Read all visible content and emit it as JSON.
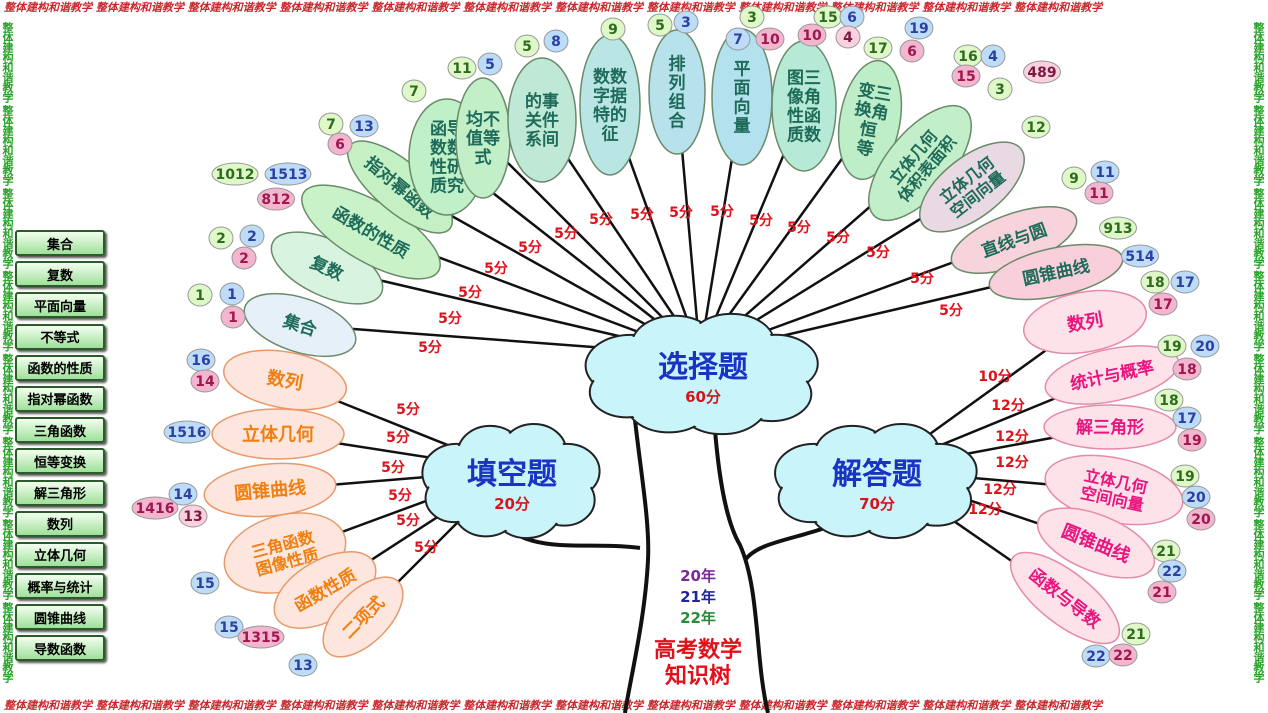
{
  "border_text": "整体建构和谐教学",
  "title": "高考数学知识树",
  "years": [
    "20年",
    "21年",
    "22年"
  ],
  "sidebar": [
    "集合",
    "复数",
    "平面向量",
    "不等式",
    "函数的性质",
    "指对幂函数",
    "三角函数",
    "恒等变换",
    "解三角形",
    "数列",
    "立体几何",
    "概率与统计",
    "圆锥曲线",
    "导数函数"
  ],
  "clouds": {
    "choice": {
      "label": "选择题",
      "score": "60分"
    },
    "fill": {
      "label": "填空题",
      "score": "20分"
    },
    "answer": {
      "label": "解答题",
      "score": "70分"
    }
  },
  "choice_leaves": [
    {
      "label": "集合",
      "score": "5分",
      "tags": [
        "1",
        "1",
        "1"
      ]
    },
    {
      "label": "复数",
      "score": "5分",
      "tags": [
        "2",
        "2",
        "2"
      ]
    },
    {
      "label": "函数的性质",
      "score": "5分",
      "tags": [
        "1012",
        "1513",
        "812"
      ]
    },
    {
      "label": "指对幂函数",
      "score": "5分",
      "tags": [
        "7",
        "13",
        "6"
      ]
    },
    {
      "label": "函导数数性研质究",
      "score": "5分",
      "tags": [
        "7"
      ]
    },
    {
      "label": "均不值等式",
      "score": "5分",
      "tags": [
        "11",
        "5"
      ]
    },
    {
      "label": "的事关件系间",
      "score": "5分",
      "tags": [
        "5",
        "8"
      ]
    },
    {
      "label": "数数字据特的征",
      "score": "5分",
      "tags": [
        "9"
      ]
    },
    {
      "label": "排列组合",
      "score": "5分",
      "tags": [
        "5",
        "3"
      ]
    },
    {
      "label": "平面向量",
      "score": "5分",
      "tags": [
        "3",
        "7",
        "10"
      ]
    },
    {
      "label": "图三像角性函质数",
      "score": "5分",
      "tags": [
        "15",
        "6",
        "10",
        "4"
      ]
    },
    {
      "label": "变三换角恒等",
      "score": "5分",
      "tags": [
        "17",
        "19",
        "6"
      ]
    },
    {
      "label": "立体几何体积表面积",
      "score": "5分",
      "tags": [
        "16",
        "4",
        "15",
        "489",
        "3"
      ]
    },
    {
      "label": "立体几何空间向量",
      "score": "5分",
      "tags": [
        "12"
      ]
    },
    {
      "label": "直线与圆",
      "score": "5分",
      "tags": [
        "9",
        "11",
        "11"
      ]
    },
    {
      "label": "圆锥曲线",
      "score": "5分",
      "tags": [
        "913",
        "514"
      ]
    }
  ],
  "fill_leaves": [
    {
      "label": "数列",
      "score": "5分",
      "tags": [
        "16",
        "14"
      ]
    },
    {
      "label": "立体几何",
      "score": "5分",
      "tags": [
        "1516"
      ]
    },
    {
      "label": "圆锥曲线",
      "score": "5分",
      "tags": [
        "14",
        "1416",
        "13"
      ]
    },
    {
      "label": "三角函数图像性质",
      "score": "5分",
      "tags": [
        "15"
      ]
    },
    {
      "label": "函数性质",
      "score": "5分",
      "tags": [
        "15",
        "1315"
      ]
    },
    {
      "label": "二项式",
      "score": "5分",
      "tags": [
        "13"
      ]
    }
  ],
  "answer_leaves": [
    {
      "label": "数列",
      "score": "10分",
      "tags": [
        "18",
        "17",
        "17"
      ]
    },
    {
      "label": "统计与概率",
      "score": "12分",
      "tags": [
        "19",
        "20",
        "18"
      ]
    },
    {
      "label": "解三角形",
      "score": "12分",
      "tags": [
        "18",
        "17",
        "19"
      ]
    },
    {
      "label": "立体几何空间向量",
      "score": "12分",
      "tags": [
        "19",
        "20",
        "20"
      ]
    },
    {
      "label": "圆锥曲线",
      "score": "12分",
      "tags": [
        "21",
        "22",
        "21"
      ]
    },
    {
      "label": "函数与导数",
      "score": "12分",
      "tags": [
        "21",
        "22",
        "22"
      ]
    }
  ]
}
